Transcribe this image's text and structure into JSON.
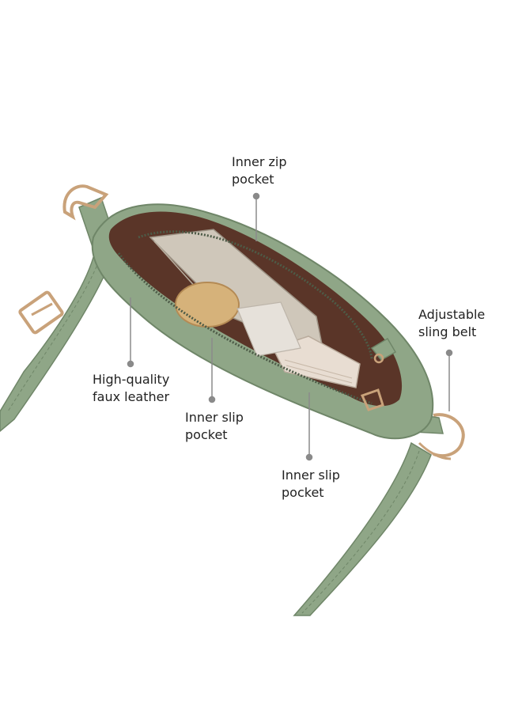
{
  "colors": {
    "leather": "#8fa687",
    "leather_dark": "#6f8668",
    "lining": "#5a3528",
    "hardware": "#c9a27a",
    "leader": "#8a8a8a",
    "text": "#222222"
  },
  "callouts": {
    "inner_zip_pocket": {
      "line1": "Inner zip",
      "line2": "pocket"
    },
    "adjustable_sling_belt": {
      "line1": "Adjustable",
      "line2": "sling belt"
    },
    "faux_leather": {
      "line1": "High-quality",
      "line2": "faux leather"
    },
    "inner_slip_pocket_left": {
      "line1": "Inner slip",
      "line2": "pocket"
    },
    "inner_slip_pocket_right": {
      "line1": "Inner slip",
      "line2": "pocket"
    }
  }
}
